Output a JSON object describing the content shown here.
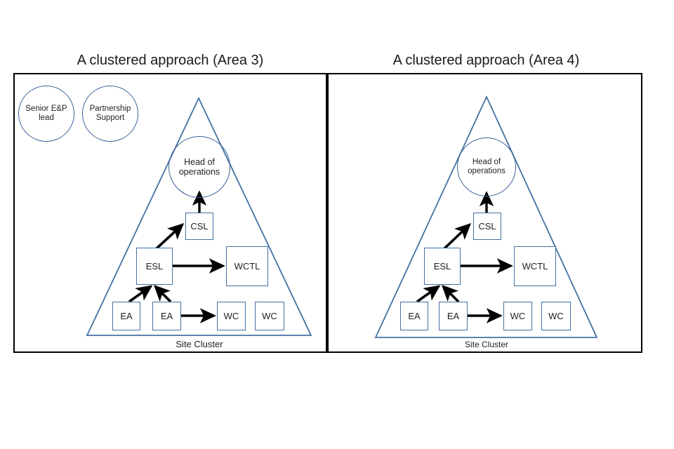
{
  "figure": {
    "background": "#ffffff",
    "frame_color": "#000000",
    "shape_color": "#4472A4",
    "arrow_color": "#000000",
    "text_color": "#231f20"
  },
  "panels": [
    {
      "id": "area-3",
      "title": "A clustered approach (Area 3)",
      "base_caption": "Site Cluster",
      "support_circles": [
        {
          "id": "senior-ep-lead",
          "label": "Senior E&P lead",
          "line1": "Senior E&P",
          "line2": "lead"
        },
        {
          "id": "partnership-support",
          "label": "Partnership Support",
          "line1": "Partnership",
          "line2": "Support"
        }
      ],
      "head_circle": {
        "id": "head-of-operations",
        "label": "Head of operations",
        "line1": "Head of",
        "line2": "operations"
      },
      "nodes": [
        {
          "id": "csl",
          "label": "CSL"
        },
        {
          "id": "esl",
          "label": "ESL"
        },
        {
          "id": "wctl",
          "label": "WCTL"
        },
        {
          "id": "ea-1",
          "label": "EA"
        },
        {
          "id": "ea-2",
          "label": "EA"
        },
        {
          "id": "wc-1",
          "label": "WC"
        },
        {
          "id": "wc-2",
          "label": "WC"
        }
      ],
      "connections": [
        {
          "from": "csl",
          "to": "head-of-operations"
        },
        {
          "from": "esl",
          "to": "csl"
        },
        {
          "from": "esl",
          "to": "wctl"
        },
        {
          "from": "ea-1",
          "to": "esl"
        },
        {
          "from": "ea-2",
          "to": "esl"
        },
        {
          "from": "ea-2",
          "to": "wc-1"
        }
      ]
    },
    {
      "id": "area-4",
      "title": "A clustered approach (Area 4)",
      "base_caption": "Site Cluster",
      "support_circles": [],
      "head_circle": {
        "id": "head-of-operations",
        "label": "Head of operations",
        "line1": "Head of",
        "line2": "operations"
      },
      "nodes": [
        {
          "id": "csl",
          "label": "CSL"
        },
        {
          "id": "esl",
          "label": "ESL"
        },
        {
          "id": "wctl",
          "label": "WCTL"
        },
        {
          "id": "ea-1",
          "label": "EA"
        },
        {
          "id": "ea-2",
          "label": "EA"
        },
        {
          "id": "wc-1",
          "label": "WC"
        },
        {
          "id": "wc-2",
          "label": "WC"
        }
      ],
      "connections": [
        {
          "from": "csl",
          "to": "head-of-operations"
        },
        {
          "from": "esl",
          "to": "csl"
        },
        {
          "from": "esl",
          "to": "wctl"
        },
        {
          "from": "ea-1",
          "to": "esl"
        },
        {
          "from": "ea-2",
          "to": "esl"
        },
        {
          "from": "ea-2",
          "to": "wc-1"
        }
      ]
    }
  ]
}
